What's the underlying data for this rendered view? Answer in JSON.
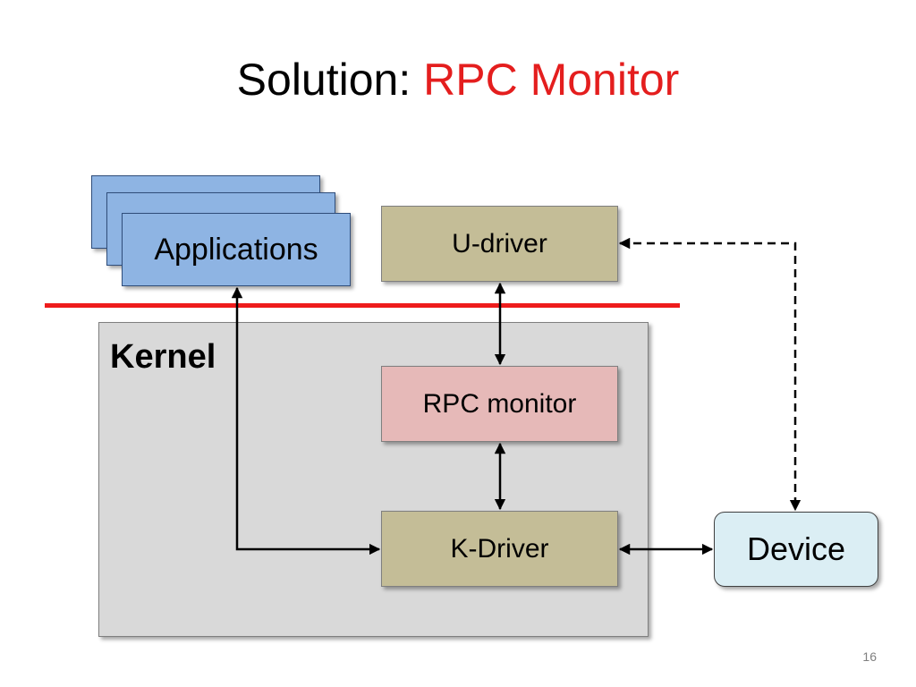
{
  "slide": {
    "title_prefix": "Solution: ",
    "title_accent": "RPC Monitor",
    "page_number": "16"
  },
  "diagram": {
    "applications": "Applications",
    "kernel": "Kernel",
    "u_driver": "U-driver",
    "rpc_monitor": "RPC monitor",
    "k_driver": "K-Driver",
    "device": "Device"
  },
  "colors": {
    "title_accent": "#e41e1e",
    "boundary_line": "#ee1c1c",
    "applications_fill": "#8eb4e3",
    "driver_fill": "#c4bd97",
    "rpc_monitor_fill": "#e6b9b8",
    "kernel_fill": "#d9d9d9",
    "device_fill": "#dbeef4"
  }
}
